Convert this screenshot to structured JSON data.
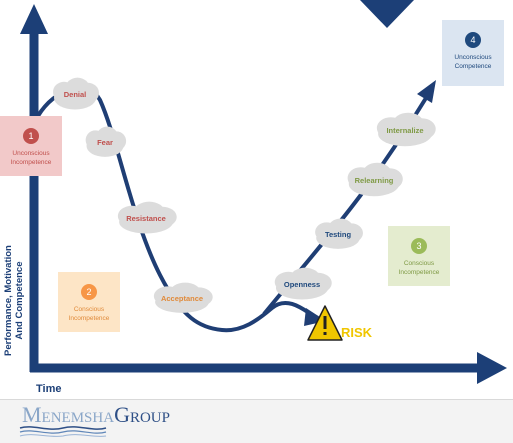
{
  "axes": {
    "y_label_line1": "Performance, Motivation",
    "y_label_line2": "And Competence",
    "x_label": "Time"
  },
  "clouds": [
    {
      "label": "Denial"
    },
    {
      "label": "Fear"
    },
    {
      "label": "Resistance"
    },
    {
      "label": "Acceptance"
    },
    {
      "label": "Openness"
    },
    {
      "label": "Testing"
    },
    {
      "label": "Relearning"
    },
    {
      "label": "Internalize"
    }
  ],
  "stages": [
    {
      "number": "1",
      "text": "Unconscious Incompetence",
      "fill": "#f2c9c9",
      "circle": "#c0504d",
      "text_color": "#c0504d"
    },
    {
      "number": "2",
      "text": "Conscious Incompetence",
      "fill": "#fde5c6",
      "circle": "#f79646",
      "text_color": "#e08a3a"
    },
    {
      "number": "3",
      "text": "Conscious Incompetence",
      "fill": "#e4eccf",
      "circle": "#9bbb59",
      "text_color": "#7f9a45"
    },
    {
      "number": "4",
      "text": "Unconscious Competence",
      "fill": "#dbe5f1",
      "circle": "#1f497d",
      "text_color": "#1f497d"
    }
  ],
  "risk": {
    "label": "RISK",
    "icon": "warning-icon"
  },
  "logo": {
    "part1": "Menemsha",
    "part2": "Group"
  },
  "colors": {
    "axis": "#1c3f77",
    "curve": "#1f3e74",
    "cloud_fill": "#dcdcdc",
    "denial_text": "#c0504d",
    "fear_text": "#c0504d",
    "resistance_text": "#c0504d",
    "acceptance_text": "#e08a3a",
    "openness_text": "#1f497d",
    "testing_text": "#1f497d",
    "relearning_text": "#7f9a45",
    "internalize_text": "#7f9a45",
    "risk": "#f0c600"
  }
}
